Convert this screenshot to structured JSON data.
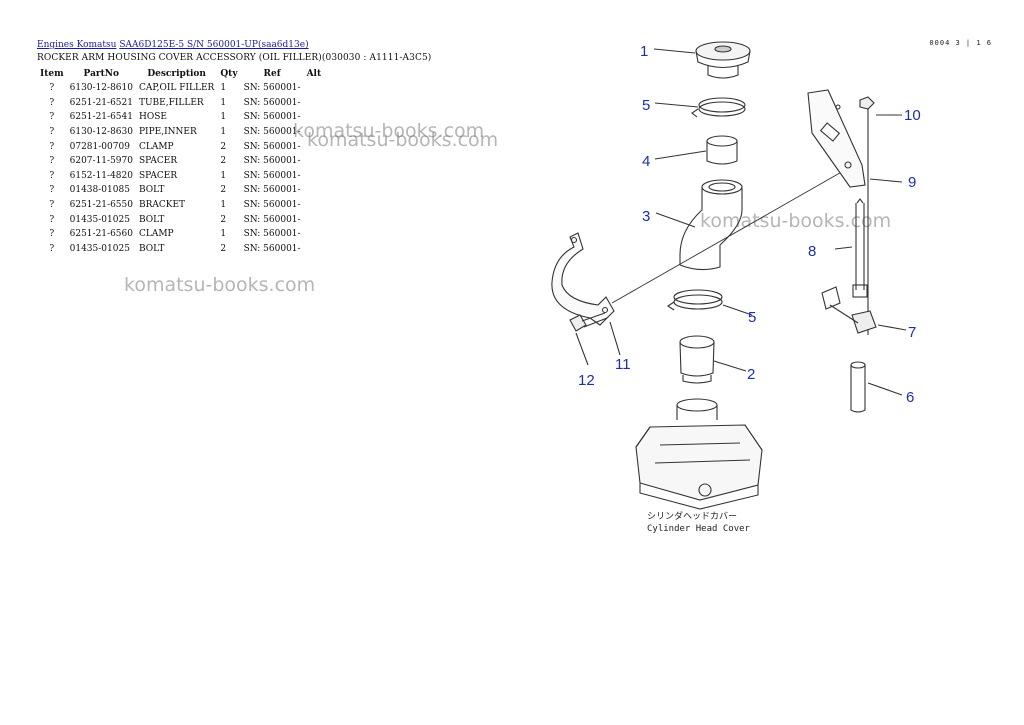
{
  "breadcrumb": {
    "link1": "Engines Komatsu",
    "link2": "SAA6D125E-5 S/N 560001-UP(saa6d13e)"
  },
  "page_title": "ROCKER ARM HOUSING COVER ACCESSORY (OIL FILLER)(030030 : A1111-A3C5)",
  "sheet_code": "0004 3 | 1 6",
  "table": {
    "headers": [
      "Item",
      "PartNo",
      "Description",
      "Qty",
      "Ref",
      "Alt"
    ],
    "rows": [
      {
        "item": "?",
        "part": "6130-12-8610",
        "desc": "CAP,OIL FILLER",
        "qty": "1",
        "ref": "SN: 560001-",
        "alt": ""
      },
      {
        "item": "?",
        "part": "6251-21-6521",
        "desc": "TUBE,FILLER",
        "qty": "1",
        "ref": "SN: 560001-",
        "alt": ""
      },
      {
        "item": "?",
        "part": "6251-21-6541",
        "desc": "HOSE",
        "qty": "1",
        "ref": "SN: 560001-",
        "alt": ""
      },
      {
        "item": "?",
        "part": "6130-12-8630",
        "desc": "PIPE,INNER",
        "qty": "1",
        "ref": "SN: 560001-",
        "alt": ""
      },
      {
        "item": "?",
        "part": "07281-00709",
        "desc": "CLAMP",
        "qty": "2",
        "ref": "SN: 560001-",
        "alt": ""
      },
      {
        "item": "?",
        "part": "6207-11-5970",
        "desc": "SPACER",
        "qty": "2",
        "ref": "SN: 560001-",
        "alt": ""
      },
      {
        "item": "?",
        "part": "6152-11-4820",
        "desc": "SPACER",
        "qty": "1",
        "ref": "SN: 560001-",
        "alt": ""
      },
      {
        "item": "?",
        "part": "01438-01085",
        "desc": "BOLT",
        "qty": "2",
        "ref": "SN: 560001-",
        "alt": ""
      },
      {
        "item": "?",
        "part": "6251-21-6550",
        "desc": "BRACKET",
        "qty": "1",
        "ref": "SN: 560001-",
        "alt": ""
      },
      {
        "item": "?",
        "part": "01435-01025",
        "desc": "BOLT",
        "qty": "2",
        "ref": "SN: 560001-",
        "alt": ""
      },
      {
        "item": "?",
        "part": "6251-21-6560",
        "desc": "CLAMP",
        "qty": "1",
        "ref": "SN: 560001-",
        "alt": ""
      },
      {
        "item": "?",
        "part": "01435-01025",
        "desc": "BOLT",
        "qty": "2",
        "ref": "SN: 560001-",
        "alt": ""
      }
    ]
  },
  "watermarks": [
    "komatsu-books.com",
    "komatsu-books.com",
    "komatsu-books.com",
    "komatsu-books.com"
  ],
  "diagram": {
    "callouts": [
      "1",
      "2",
      "3",
      "4",
      "5",
      "5",
      "6",
      "7",
      "8",
      "9",
      "10",
      "11",
      "12"
    ],
    "caption_jp": "シリンダヘッドカバー",
    "caption_en": "Cylinder Head Cover",
    "callout_color": "#1f2ea8"
  }
}
